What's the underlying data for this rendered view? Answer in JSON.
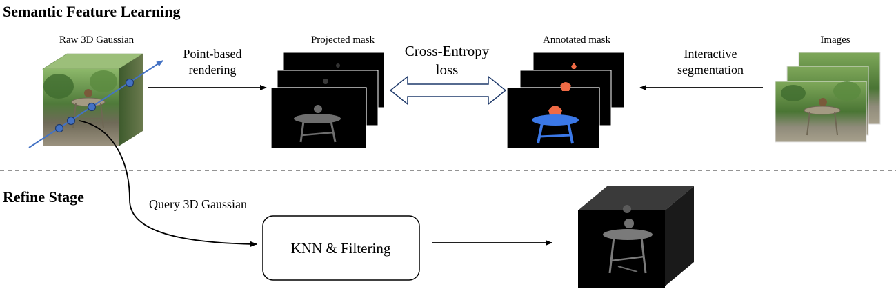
{
  "sections": {
    "top_title": "Semantic Feature Learning",
    "bottom_title": "Refine Stage"
  },
  "nodes": {
    "raw_gaussian": "Raw 3D Gaussian",
    "projected_mask": "Projected mask",
    "annotated_mask": "Annotated mask",
    "images": "Images",
    "knn_box": "KNN & Filtering"
  },
  "edges": {
    "point_based_line1": "Point-based",
    "point_based_line2": "rendering",
    "cross_entropy_line1": "Cross-Entropy",
    "cross_entropy_line2": "loss",
    "interactive_line1": "Interactive",
    "interactive_line2": "segmentation",
    "query": "Query 3D Gaussian"
  },
  "colors": {
    "ray_blue": "#4472c4",
    "table_blue": "#3b78e7",
    "vase_orange": "#ef6a45",
    "mask_bg": "#000000",
    "foliage_green": "#4f7a3a",
    "ground_gray": "#8a8373"
  }
}
